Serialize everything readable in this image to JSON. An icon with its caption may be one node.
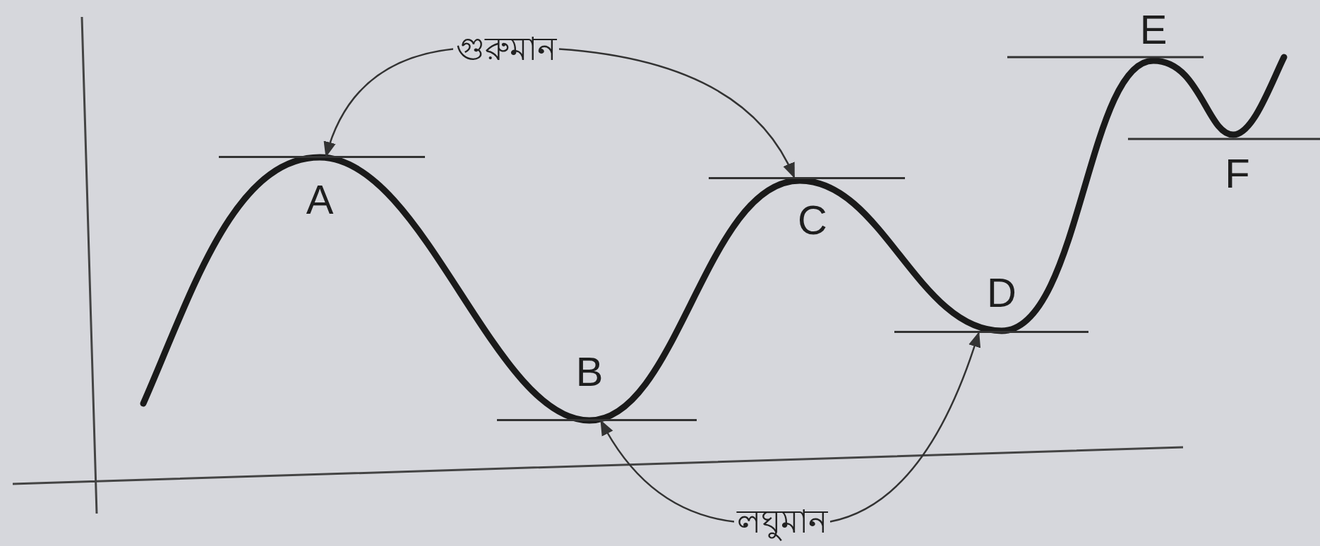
{
  "diagram": {
    "nodes": [
      {
        "text": [
          "গুরুমান"
        ]
      },
      {
        "text": [
          "লঘুমান"
        ]
      },
      {
        "text": [],
        "shape": "bar"
      },
      {
        "text": [],
        "shape": "bar"
      },
      {
        "text": [],
        "shape": "bar"
      },
      {
        "text": [],
        "shape": "bar"
      }
    ],
    "edges": [
      {
        "from": 0,
        "to": 2,
        "arrow": "to"
      },
      {
        "from": 0,
        "to": 4,
        "arrow": "to"
      },
      {
        "from": 1,
        "to": 3,
        "arrow": "to"
      },
      {
        "from": 1,
        "to": 5,
        "arrow": "to"
      }
    ],
    "labels": [
      "E",
      "A",
      "F",
      "C",
      "D",
      "B"
    ]
  }
}
